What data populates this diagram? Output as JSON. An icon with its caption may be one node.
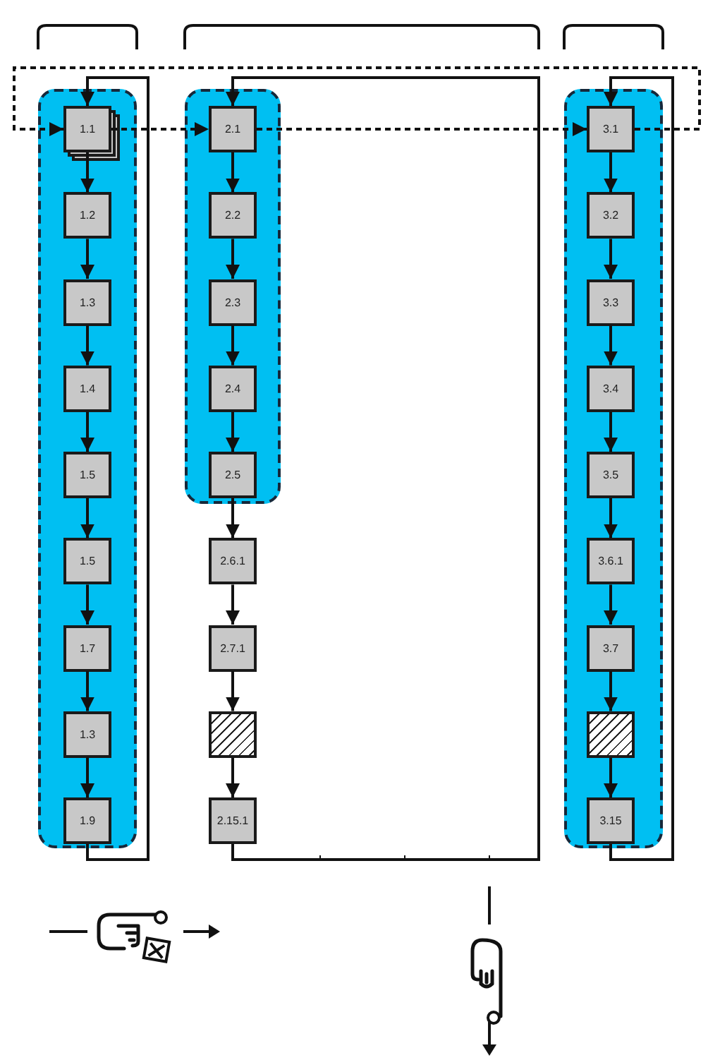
{
  "diagram": {
    "nodes": [
      {
        "text": [],
        "shape": "band"
      },
      {
        "text": [
          "1.1"
        ],
        "in": 0
      },
      {
        "text": [
          "1.2"
        ],
        "in": 0
      },
      {
        "text": [
          "1.3"
        ],
        "in": 0
      },
      {
        "text": [
          "1.4"
        ],
        "in": 0
      },
      {
        "text": [
          "1.5"
        ],
        "in": 0
      },
      {
        "text": [
          "1.5"
        ],
        "in": 0
      },
      {
        "text": [
          "1.7"
        ],
        "in": 0
      },
      {
        "text": [
          "1.3"
        ],
        "in": 0
      },
      {
        "text": [
          "1.9"
        ],
        "in": 0
      },
      {
        "text": [],
        "shape": "band"
      },
      {
        "text": [
          "2.1"
        ],
        "in": 10
      },
      {
        "text": [
          "2.2"
        ],
        "in": 10
      },
      {
        "text": [
          "2.3"
        ],
        "in": 10
      },
      {
        "text": [
          "2.4"
        ],
        "in": 10
      },
      {
        "text": [
          "2.5"
        ],
        "in": 10
      },
      {
        "text": [
          "2.6.1"
        ]
      },
      {
        "text": [
          "2.7.1"
        ]
      },
      {
        "text": [],
        "shape": "box"
      },
      {
        "text": [
          "2.15.1"
        ]
      },
      {
        "text": [],
        "shape": "band"
      },
      {
        "text": [
          "3.1"
        ],
        "in": 20
      },
      {
        "text": [
          "3.2"
        ],
        "in": 20
      },
      {
        "text": [
          "3.3"
        ],
        "in": 20
      },
      {
        "text": [
          "3.4"
        ],
        "in": 20
      },
      {
        "text": [
          "3.5"
        ],
        "in": 20
      },
      {
        "text": [
          "3.6.1"
        ],
        "in": 20
      },
      {
        "text": [
          "3.7"
        ],
        "in": 20
      },
      {
        "text": [],
        "shape": "box",
        "in": 20
      },
      {
        "text": [
          "3.15"
        ],
        "in": 20
      }
    ],
    "edges": [
      {
        "from": 1,
        "to": 2,
        "arrow": "to"
      },
      {
        "from": 2,
        "to": 3,
        "arrow": "to"
      },
      {
        "from": 3,
        "to": 4,
        "arrow": "to"
      },
      {
        "from": 4,
        "to": 5,
        "arrow": "to"
      },
      {
        "from": 5,
        "to": 6,
        "arrow": "to"
      },
      {
        "from": 6,
        "to": 7,
        "arrow": "to"
      },
      {
        "from": 7,
        "to": 8,
        "arrow": "to"
      },
      {
        "from": 8,
        "to": 9,
        "arrow": "to"
      },
      {
        "from": 9,
        "to": 1,
        "arrow": "to"
      },
      {
        "from": 11,
        "to": 12,
        "arrow": "to"
      },
      {
        "from": 12,
        "to": 13,
        "arrow": "to"
      },
      {
        "from": 13,
        "to": 14,
        "arrow": "to"
      },
      {
        "from": 14,
        "to": 15,
        "arrow": "to"
      },
      {
        "from": 15,
        "to": 16,
        "arrow": "to"
      },
      {
        "from": 16,
        "to": 17,
        "arrow": "to"
      },
      {
        "from": 17,
        "to": 18,
        "arrow": "to"
      },
      {
        "from": 18,
        "to": 19,
        "arrow": "to"
      },
      {
        "from": 19,
        "to": 11,
        "arrow": "to"
      },
      {
        "from": 21,
        "to": 22,
        "arrow": "to"
      },
      {
        "from": 22,
        "to": 23,
        "arrow": "to"
      },
      {
        "from": 23,
        "to": 24,
        "arrow": "to"
      },
      {
        "from": 24,
        "to": 25,
        "arrow": "to"
      },
      {
        "from": 25,
        "to": 26,
        "arrow": "to"
      },
      {
        "from": 26,
        "to": 27,
        "arrow": "to"
      },
      {
        "from": 27,
        "to": 28,
        "arrow": "to"
      },
      {
        "from": 28,
        "to": 29,
        "arrow": "to"
      },
      {
        "from": 29,
        "to": 21,
        "arrow": "to"
      },
      {
        "from": 21,
        "to": 1,
        "arrow": "to",
        "style": "dashed"
      },
      {
        "from": 1,
        "to": 11,
        "arrow": "to",
        "style": "dashed"
      },
      {
        "from": 11,
        "to": 21,
        "arrow": "to",
        "style": "dashed"
      }
    ]
  }
}
